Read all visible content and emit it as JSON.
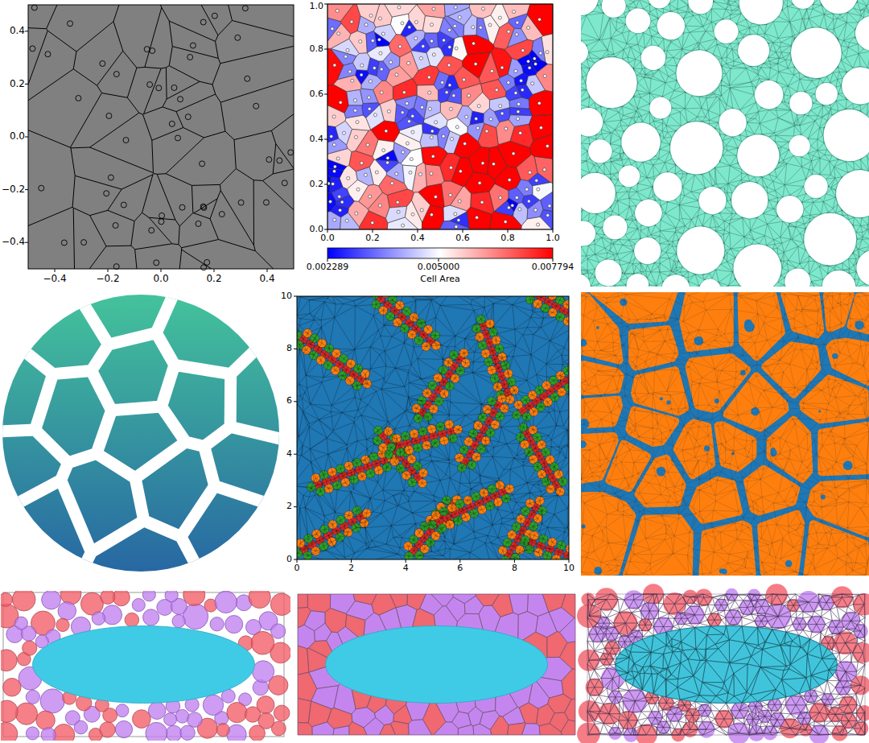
{
  "diagram": {
    "labels": [
      "0.4",
      "0.2",
      "0.0",
      "−0.2",
      "−0.4",
      "−0.4",
      "−0.2",
      "0.0",
      "0.2",
      "0.4",
      "0.0",
      "0.2",
      "0.4",
      "0.6",
      "0.8",
      "1.0",
      "0.0",
      "0.2",
      "0.4",
      "0.6",
      "0.8",
      "1.0",
      "0.002289",
      "0.005000",
      "0.007794",
      "Cell Area",
      "0",
      "2",
      "4",
      "6",
      "8",
      "10",
      "0",
      "2",
      "4",
      "6",
      "8",
      "10"
    ]
  }
}
